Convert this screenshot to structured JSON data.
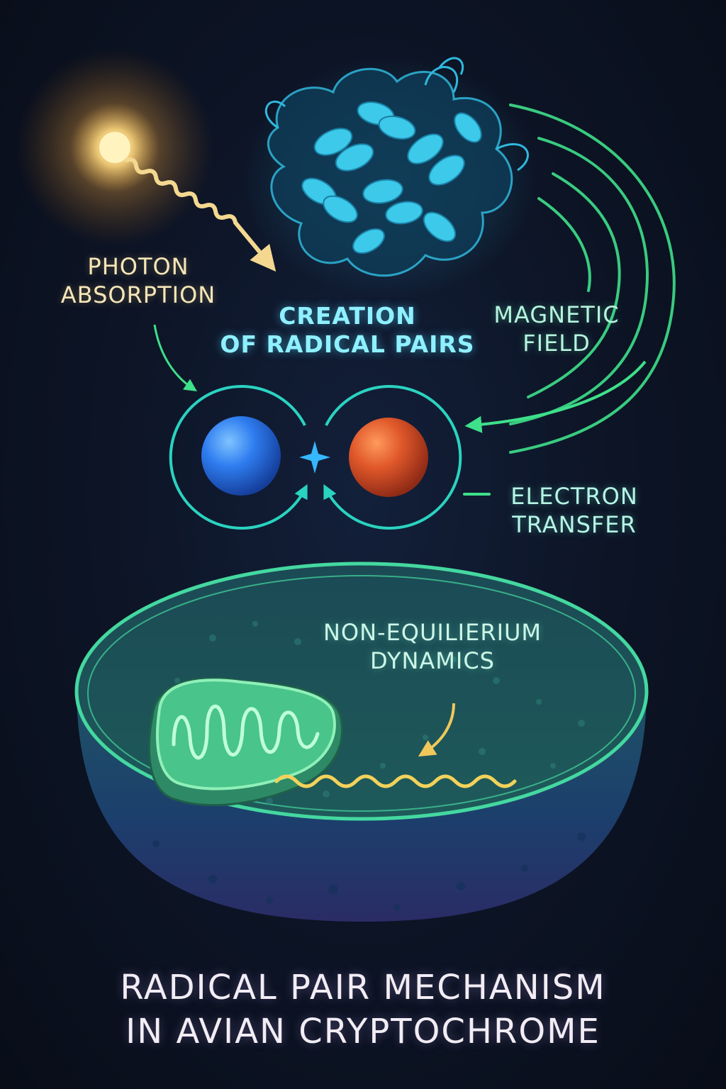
{
  "labels": {
    "photon_absorption": [
      "PHOTON",
      "ABSORPTION"
    ],
    "creation_of_radical_pairs": [
      "CREATION",
      "OF RADICAL PAIRS"
    ],
    "magnetic_field": [
      "MAGNETIC",
      "FIELD"
    ],
    "electron_transfer": [
      "ELECTRON",
      "TRANSFER"
    ],
    "non_equilibrium_dynamics": [
      "NON-EQUILIERIUM",
      "DYNAMICS"
    ]
  },
  "title": [
    "RADICAL PAIR MECHANISM",
    "IN AVIAN CRYPTOCHROME"
  ],
  "colors": {
    "background": "#0b1120",
    "photon": "#f4c770",
    "protein": "#2fb9de",
    "field_lines": "#3ee08a",
    "pair_rings": "#2ad3c0",
    "radical_a": "#2f7df0",
    "radical_b": "#e0582a",
    "cell_membrane": "#44d8a0",
    "mitochondrion": "#46c48a",
    "wave": "#f3d25a",
    "title": "#f2ecf4"
  },
  "icons": {
    "light_source": "glowing-sun-icon",
    "protein": "cryptochrome-protein-illustration",
    "cell": "cell-cross-section-illustration",
    "mitochondrion": "mitochondrion-icon"
  }
}
